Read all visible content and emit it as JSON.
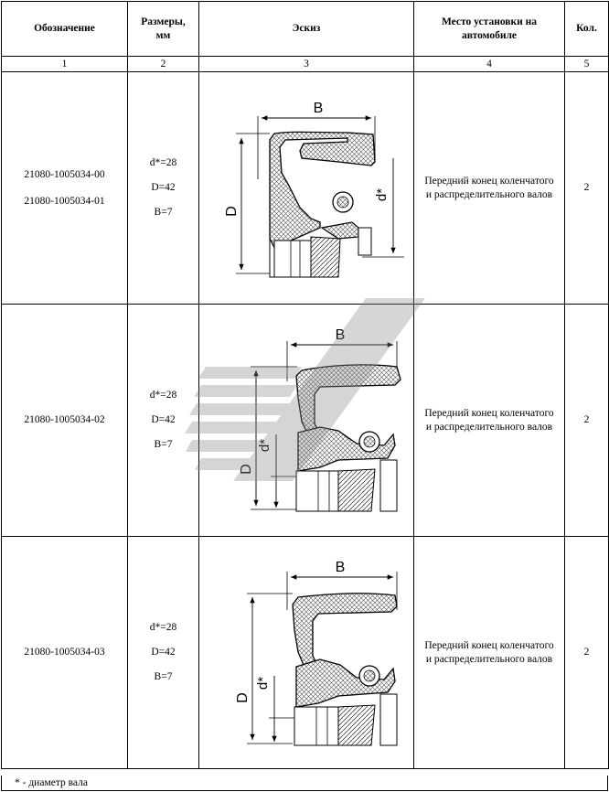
{
  "headers": {
    "designation": "Обозначение",
    "dimensions": "Размеры, мм",
    "sketch": "Эскиз",
    "location": "Место установки на автомобиле",
    "qty": "Кол."
  },
  "column_numbers": [
    "1",
    "2",
    "3",
    "4",
    "5"
  ],
  "rows": [
    {
      "designations": [
        "21080-1005034-00",
        "21080-1005034-01"
      ],
      "dims": [
        "d*=28",
        "D=42",
        "B=7"
      ],
      "location": "Передний конец коленчатого и распределительного валов",
      "qty": "2",
      "labels": {
        "b": "B",
        "d": "d*",
        "D": "D"
      }
    },
    {
      "designations": [
        "21080-1005034-02"
      ],
      "dims": [
        "d*=28",
        "D=42",
        "B=7"
      ],
      "location": "Передний конец коленчатого и распределительного валов",
      "qty": "2",
      "labels": {
        "b": "B",
        "d": "d*",
        "D": "D"
      }
    },
    {
      "designations": [
        "21080-1005034-03"
      ],
      "dims": [
        "d*=28",
        "D=42",
        "B=7"
      ],
      "location": "Передний конец коленчатого и распределительного валов",
      "qty": "2",
      "labels": {
        "b": "B",
        "d": "d*",
        "D": "D"
      }
    }
  ],
  "footnote": "* - диаметр вала"
}
